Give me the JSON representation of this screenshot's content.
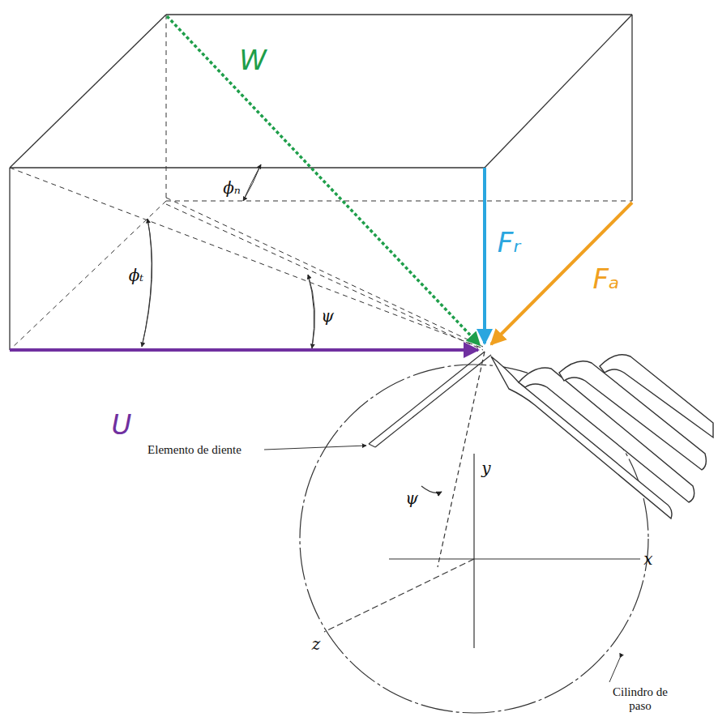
{
  "diagram": {
    "labels": [
      "W",
      "Fᵣ",
      "Fₐ",
      "U",
      "ϕₙ",
      "ϕₜ",
      "ψ",
      "Elemento de diente",
      "ψ",
      "y",
      "x",
      "z",
      "Cilindro de paso"
    ]
  }
}
